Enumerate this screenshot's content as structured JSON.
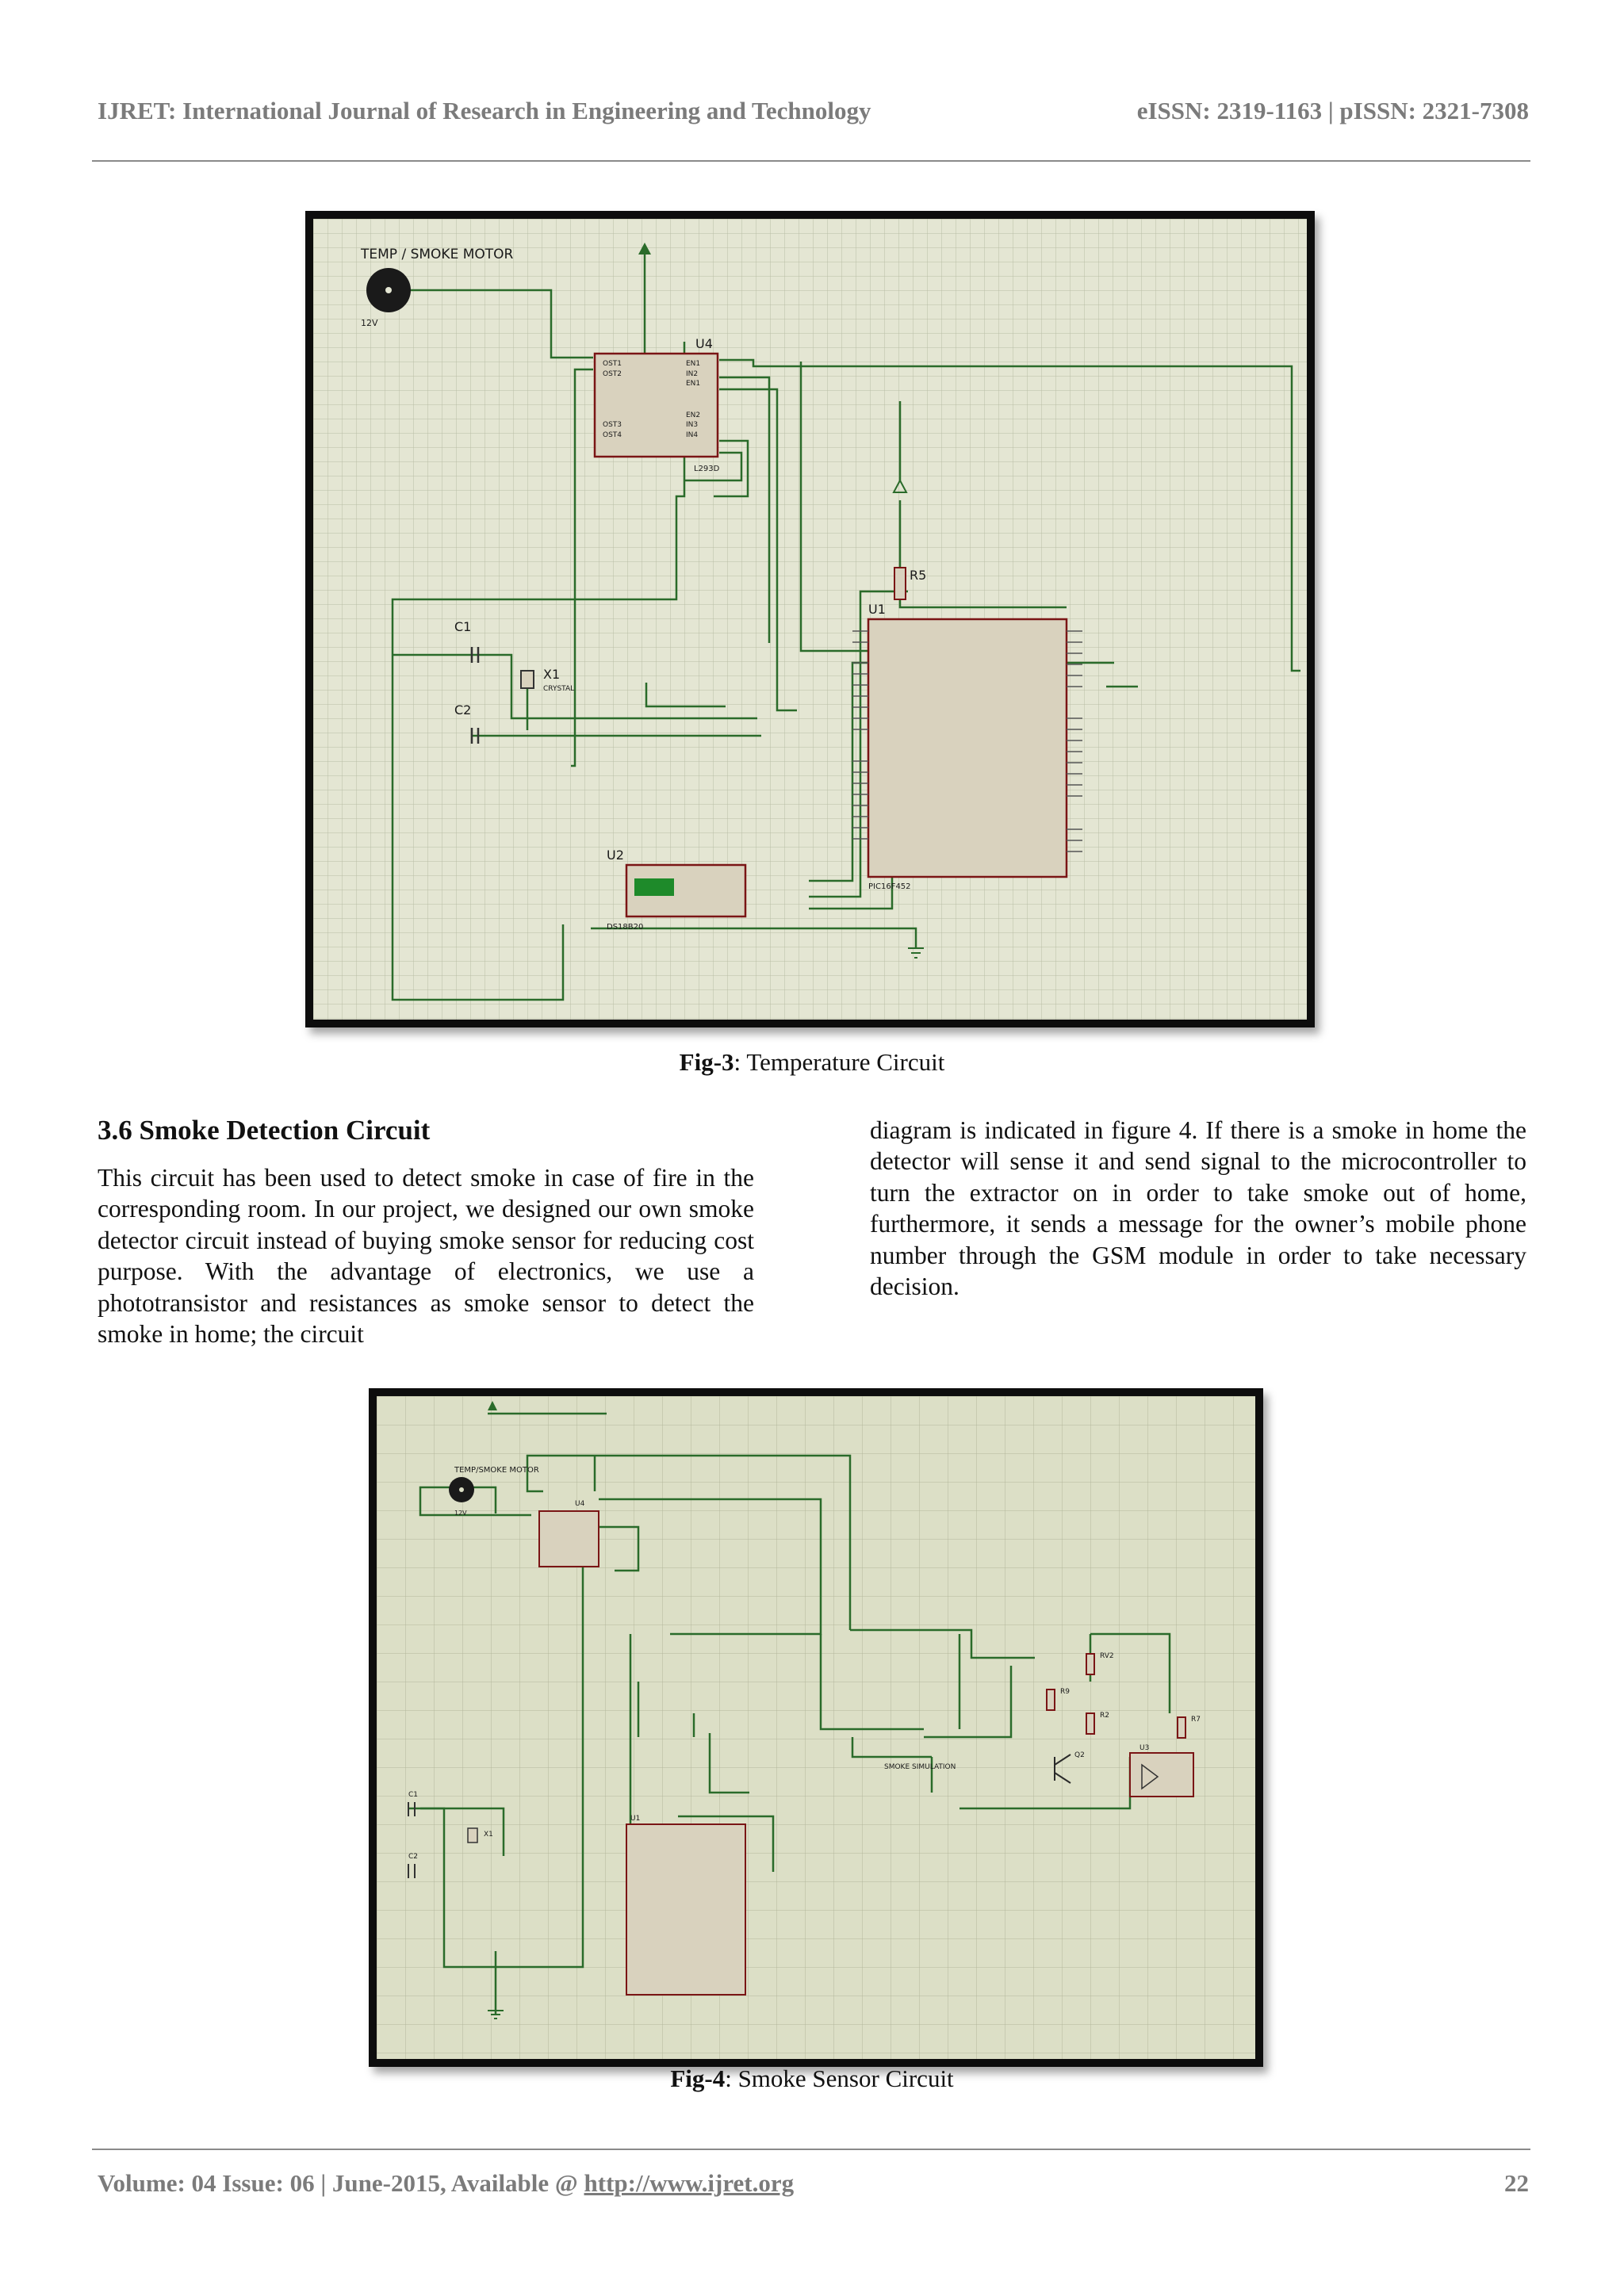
{
  "header": {
    "journal": "IJRET: International Journal of Research in Engineering and Technology",
    "issn": "eISSN: 2319-1163 | pISSN: 2321-7308"
  },
  "fig3": {
    "caption_label": "Fig-3",
    "caption_text": ": Temperature Circuit",
    "labels": {
      "motor": "TEMP / SMOKE MOTOR",
      "motor_v": "12V",
      "u4": "U4",
      "u4_part": "L293D",
      "r5": "R5",
      "c1": "C1",
      "c2": "C2",
      "x1": "X1",
      "x1_part": "CRYSTAL",
      "u1": "U1",
      "u2": "U2",
      "u1_part": "PIC16F452",
      "u2_part": "DS18B20"
    }
  },
  "section": {
    "heading": "3.6 Smoke Detection Circuit",
    "left_paragraph": "This circuit has been used to detect smoke in case of fire in the corresponding room. In our project, we designed our own smoke detector circuit instead of buying smoke sensor for reducing cost purpose. With the advantage of electronics, we use a phototransistor and resistances as smoke sensor to detect the smoke in home; the circuit",
    "right_paragraph": "diagram is indicated in figure 4. If there is a smoke in home the detector will sense it and send signal to the microcontroller to turn the extractor on in order to take smoke out of home, furthermore, it sends a message for the owner’s mobile phone number through the GSM module in order to take necessary decision."
  },
  "fig4": {
    "caption_label": "Fig-4",
    "caption_text": ": Smoke Sensor Circuit",
    "labels": {
      "motor": "TEMP/SMOKE MOTOR",
      "motor_v": "12V",
      "u4": "U4",
      "u1": "U1",
      "c1": "C1",
      "c2": "C2",
      "x1": "X1",
      "rv2": "RV2",
      "r9": "R9",
      "r2": "R2",
      "r7": "R7",
      "q2": "Q2",
      "u3": "U3",
      "smoke_sim": "SMOKE SIMULATION"
    }
  },
  "footer": {
    "volume": "Volume: 04 Issue: 06 | June-2015, Available @ ",
    "url": "http://www.ijret.org",
    "page": "22"
  }
}
